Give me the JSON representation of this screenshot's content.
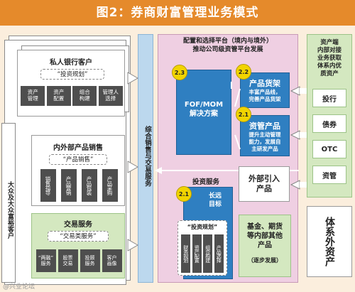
{
  "title": "图2：券商财富管理业务模式",
  "left_label": "大众及大众富裕客户",
  "private_bank": {
    "title": "私人银行客户",
    "sub": "“投资规划”",
    "items": [
      "资产\n管理",
      "资产\n配置",
      "组合\n构建",
      "管理人\n选择"
    ]
  },
  "internal_sales": {
    "title": "内外部产品销售",
    "sub": "“产品销售”",
    "items": [
      "销售指导",
      "产品营销",
      "产品包装",
      "产品采购"
    ]
  },
  "trading": {
    "title": "交易服务",
    "sub": "“交易类服务”",
    "items": [
      "“两融”\n服务",
      "股票\n交易",
      "投顾\n服务",
      "客户\n画像"
    ]
  },
  "center_bar": "综合销售与交易服务",
  "platform": {
    "title": "配置和选择平台（境内与境外）\n推动公司级资管平台发展",
    "fof": "FOF/MOM\n解决方案",
    "shelf_title": "产品货架",
    "shelf_sub": "丰富产品线，\n完善产品货架",
    "am_title": "资管产品",
    "am_sub": "提升主动管理\n能力，发展自\n主研发产品",
    "invest_title": "投资服务",
    "invest_sub": "长远\n目标",
    "invest_inner": "“投资规划”",
    "invest_items": [
      "财务规划",
      "资产配置",
      "组合构建",
      "产品选择"
    ],
    "badges": [
      "2.3",
      "2.2",
      "2.1",
      "2.1"
    ]
  },
  "external_intro": "外部引入\n产品",
  "funds": {
    "title": "基金、期货\n等内部其他\n产品",
    "sub": "（逐步发展）"
  },
  "right_panel": {
    "title": "资产端\n内部对接\n业务获取\n体系内优\n质资产",
    "items": [
      "投行",
      "债券",
      "OTC",
      "资管"
    ]
  },
  "external_assets": "体系外资产",
  "watermark": "@兴业论坛"
}
